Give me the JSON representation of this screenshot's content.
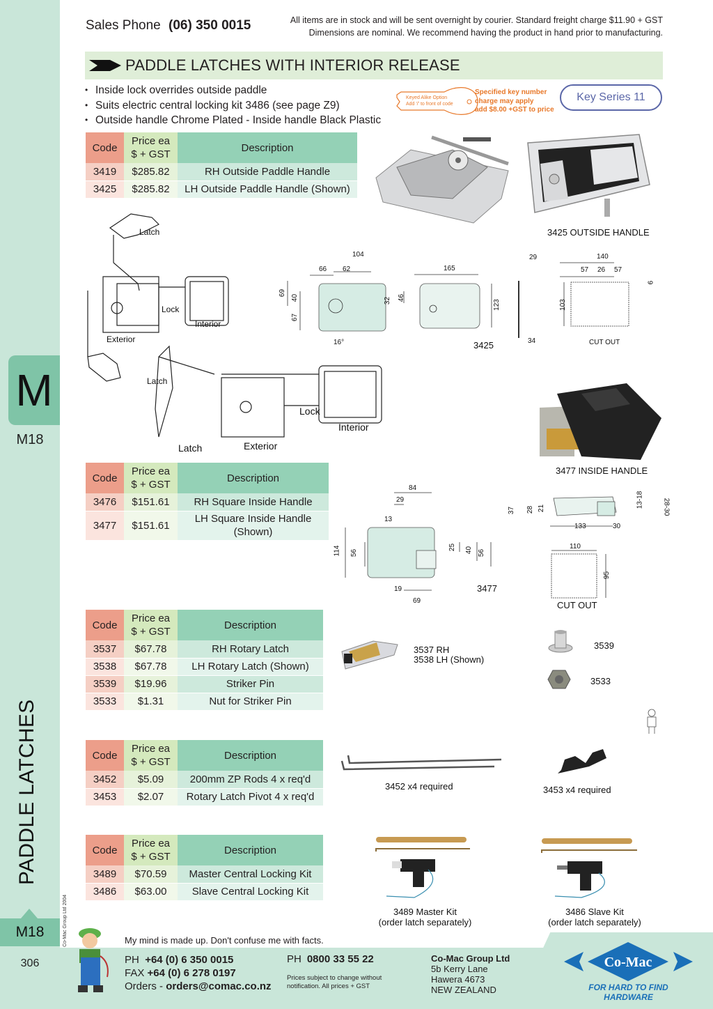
{
  "header": {
    "sales_label": "Sales Phone",
    "sales_phone": "(06) 350 0015",
    "notice_line1": "All items are in stock and will be sent overnight by courier. Standard freight charge $11.90 + GST",
    "notice_line2": "Dimensions are nominal. We recommend having the product in hand prior to manufacturing."
  },
  "section": {
    "title": "PADDLE LATCHES WITH INTERIOR RELEASE",
    "bullets": [
      "Inside lock overrides outside paddle",
      "Suits electric central locking kit 3486 (see page Z9)",
      "Outside handle Chrome Plated - Inside handle Black Plastic"
    ],
    "key_option_line1": "Keyed Alike Option",
    "key_option_line2": "Add '/' to front of code",
    "key_charge_line1": "Specified key number",
    "key_charge_line2": "charge may apply",
    "key_charge_line3": "add $8.00 +GST to price",
    "key_series": "Key Series 11"
  },
  "table_headers": {
    "code": "Code",
    "price_line1": "Price ea",
    "price_line2": "$ + GST",
    "description": "Description"
  },
  "tables": [
    {
      "rows": [
        {
          "code": "3419",
          "price": "$285.82",
          "description": "RH Outside Paddle Handle"
        },
        {
          "code": "3425",
          "price": "$285.82",
          "description": "LH Outside Paddle Handle (Shown)"
        }
      ]
    },
    {
      "rows": [
        {
          "code": "3476",
          "price": "$151.61",
          "description": "RH Square Inside Handle"
        },
        {
          "code": "3477",
          "price": "$151.61",
          "description": "LH Square Inside Handle (Shown)"
        }
      ]
    },
    {
      "rows": [
        {
          "code": "3537",
          "price": "$67.78",
          "description": "RH Rotary Latch"
        },
        {
          "code": "3538",
          "price": "$67.78",
          "description": "LH Rotary Latch (Shown)"
        },
        {
          "code": "3539",
          "price": "$19.96",
          "description": "Striker Pin"
        },
        {
          "code": "3533",
          "price": "$1.31",
          "description": "Nut for Striker Pin"
        }
      ]
    },
    {
      "rows": [
        {
          "code": "3452",
          "price": "$5.09",
          "description": "200mm ZP Rods 4 x req'd"
        },
        {
          "code": "3453",
          "price": "$2.07",
          "description": "Rotary Latch Pivot 4 x req'd"
        }
      ]
    },
    {
      "rows": [
        {
          "code": "3489",
          "price": "$70.59",
          "description": "Master Central Locking Kit"
        },
        {
          "code": "3486",
          "price": "$63.00",
          "description": "Slave Central Locking Kit"
        }
      ]
    }
  ],
  "diagram_labels": {
    "latch": "Latch",
    "lock": "Lock",
    "interior": "Interior",
    "exterior": "Exterior"
  },
  "dimensions_3425": {
    "d104": "104",
    "d66": "66",
    "d62": "62",
    "d69": "69",
    "d40": "40",
    "d67": "67",
    "d32": "32",
    "d46": "46",
    "angle": "16°",
    "d165": "165",
    "d123": "123",
    "model": "3425",
    "d29": "29",
    "d34": "34",
    "d140": "140",
    "d57a": "57",
    "d26": "26",
    "d57b": "57",
    "d9": "9",
    "d103": "103",
    "cutout": "CUT OUT"
  },
  "dimensions_3477": {
    "d84": "84",
    "d29": "29",
    "d13": "13",
    "d114": "114",
    "d56a": "56",
    "d25": "25",
    "d40": "40",
    "d56b": "56",
    "d19": "19",
    "d69": "69",
    "model": "3477",
    "d37": "37",
    "d28": "28",
    "d21": "21",
    "d13_18": "13-18",
    "d28_30": "28-30",
    "d133": "133",
    "d30": "30",
    "d110": "110",
    "d95": "95",
    "cutout": "CUT OUT"
  },
  "captions": {
    "outside_handle": "3425 OUTSIDE HANDLE",
    "inside_handle": "3477 INSIDE HANDLE",
    "rotary_rh": "3537 RH",
    "rotary_lh": "3538 LH (Shown)",
    "striker": "3539",
    "nut": "3533",
    "rods": "3452 x4 required",
    "pivot": "3453 x4 required",
    "master_kit_1": "3489 Master Kit",
    "master_kit_2": "(order latch separately)",
    "slave_kit_1": "3486 Slave Kit",
    "slave_kit_2": "(order latch separately)"
  },
  "sidebar": {
    "tab_letter": "M",
    "tab_code": "M18",
    "section_title": "PADDLE LATCHES",
    "bottom_code": "M18",
    "page_number": "306",
    "copyright": "© Co-Mac Group Ltd 2004"
  },
  "footer": {
    "quote": "My mind is made up. Don't confuse me with facts.",
    "ph_label": "PH",
    "ph_number": "+64 (0) 6 350 0015",
    "fax_label": "FAX",
    "fax_number": "+64 (0) 6 278 0197",
    "orders_label": "Orders -",
    "orders_email": "orders@comac.co.nz",
    "ph2_label": "PH",
    "ph2_number": "0800 33 55 22",
    "prices_note_1": "Prices subject to change without",
    "prices_note_2": "notification. All prices + GST",
    "company": "Co-Mac Group Ltd",
    "address_1": "5b Kerry Lane",
    "address_2": "Hawera 4673",
    "address_3": "NEW ZEALAND",
    "logo_text": "Co-Mac",
    "logo_tagline": "FOR HARD TO FIND HARDWARE",
    "brand_color": "#1a6fb8"
  }
}
